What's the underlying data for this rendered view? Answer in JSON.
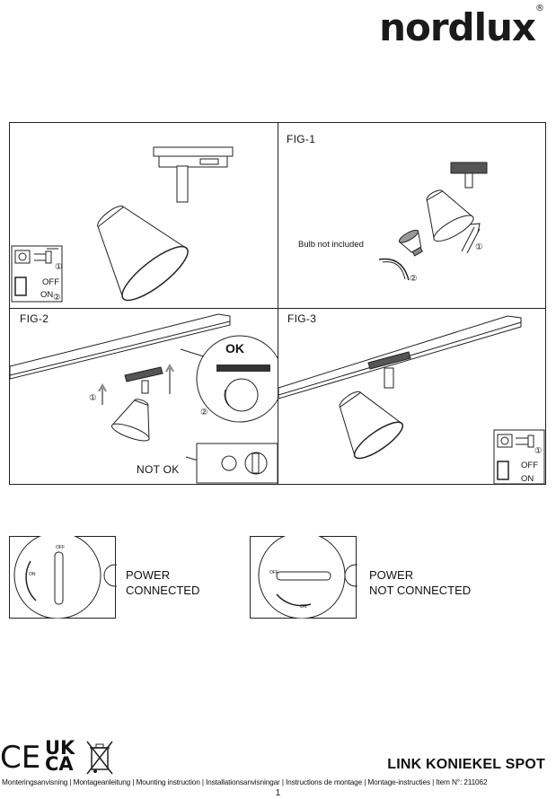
{
  "brand": {
    "logo_text": "nordlux",
    "registered": "®"
  },
  "figures": {
    "fig1_label": "FIG-1",
    "fig2_label": "FIG-2",
    "fig3_label": "FIG-3",
    "bulb_note": "Bulb not included",
    "ok": "OK",
    "not_ok": "NOT OK",
    "step1": "①",
    "step2": "②",
    "switch_off": "OFF",
    "switch_on": "ON"
  },
  "power": {
    "connected_line1": "POWER",
    "connected_line2": "CONNECTED",
    "not_connected_line1": "POWER",
    "not_connected_line2": "NOT CONNECTED",
    "dial_on": "ON",
    "dial_off": "OFF"
  },
  "footer": {
    "product_title": "LINK KONIEKEL SPOT",
    "languages": "Monteringsanvisning | Montageanleitung | Mounting instruction | Installationsanvisningar | Instructions de montage | Montage-instructies | Item N°: 211062",
    "page_number": "1",
    "marks": [
      "CE",
      "UKCA",
      "WEEE"
    ]
  }
}
